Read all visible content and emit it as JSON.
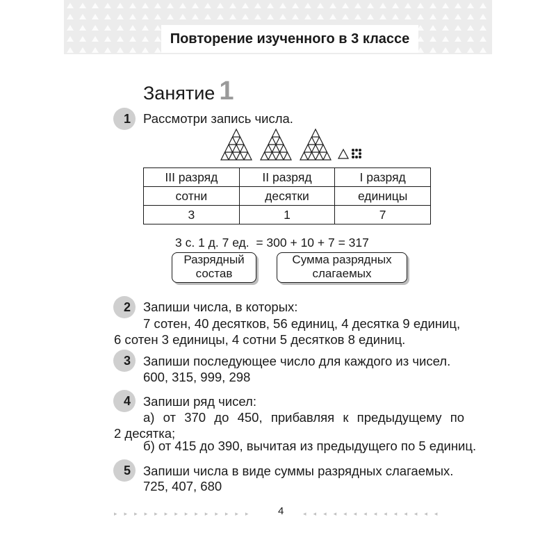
{
  "header": {
    "title": "Повторение изученного в 3 классе"
  },
  "lesson": {
    "word": "Занятие",
    "number": "1"
  },
  "tasks": [
    {
      "num": "1",
      "lines": [
        "Рассмотри запись числа."
      ]
    },
    {
      "num": "2",
      "lines": [
        "Запиши числа, в которых:",
        "7 сотен, 40 десятков, 56 единиц, 4 десятка 9 единиц,",
        "6 сотен 3 единицы, 4 сотни 5 десятков 8 единиц."
      ]
    },
    {
      "num": "3",
      "lines": [
        "Запиши последующее число для каждого из чисел.",
        "600, 315, 999, 298"
      ]
    },
    {
      "num": "4",
      "lines": [
        "Запиши ряд чисел:",
        "а) от 370 до 450, прибавляя к предыдущему по",
        "2 десятка;",
        "б) от 415 до 390, вычитая из предыдущего по 5 единиц."
      ]
    },
    {
      "num": "5",
      "lines": [
        "Запиши числа в виде суммы разрядных слагаемых.",
        "725, 407, 680"
      ]
    }
  ],
  "place_table": {
    "headers": [
      "III разряд",
      "II разряд",
      "I разряд"
    ],
    "names": [
      "сотни",
      "десятки",
      "единицы"
    ],
    "digits": [
      "3",
      "1",
      "7"
    ]
  },
  "equation": "3 с. 1 д. 7 ед.  = 300 + 10 + 7 = 317",
  "labels": {
    "left": [
      "Разрядный",
      "состав"
    ],
    "right": [
      "Сумма разрядных",
      "слагаемых"
    ]
  },
  "page_number": "4"
}
